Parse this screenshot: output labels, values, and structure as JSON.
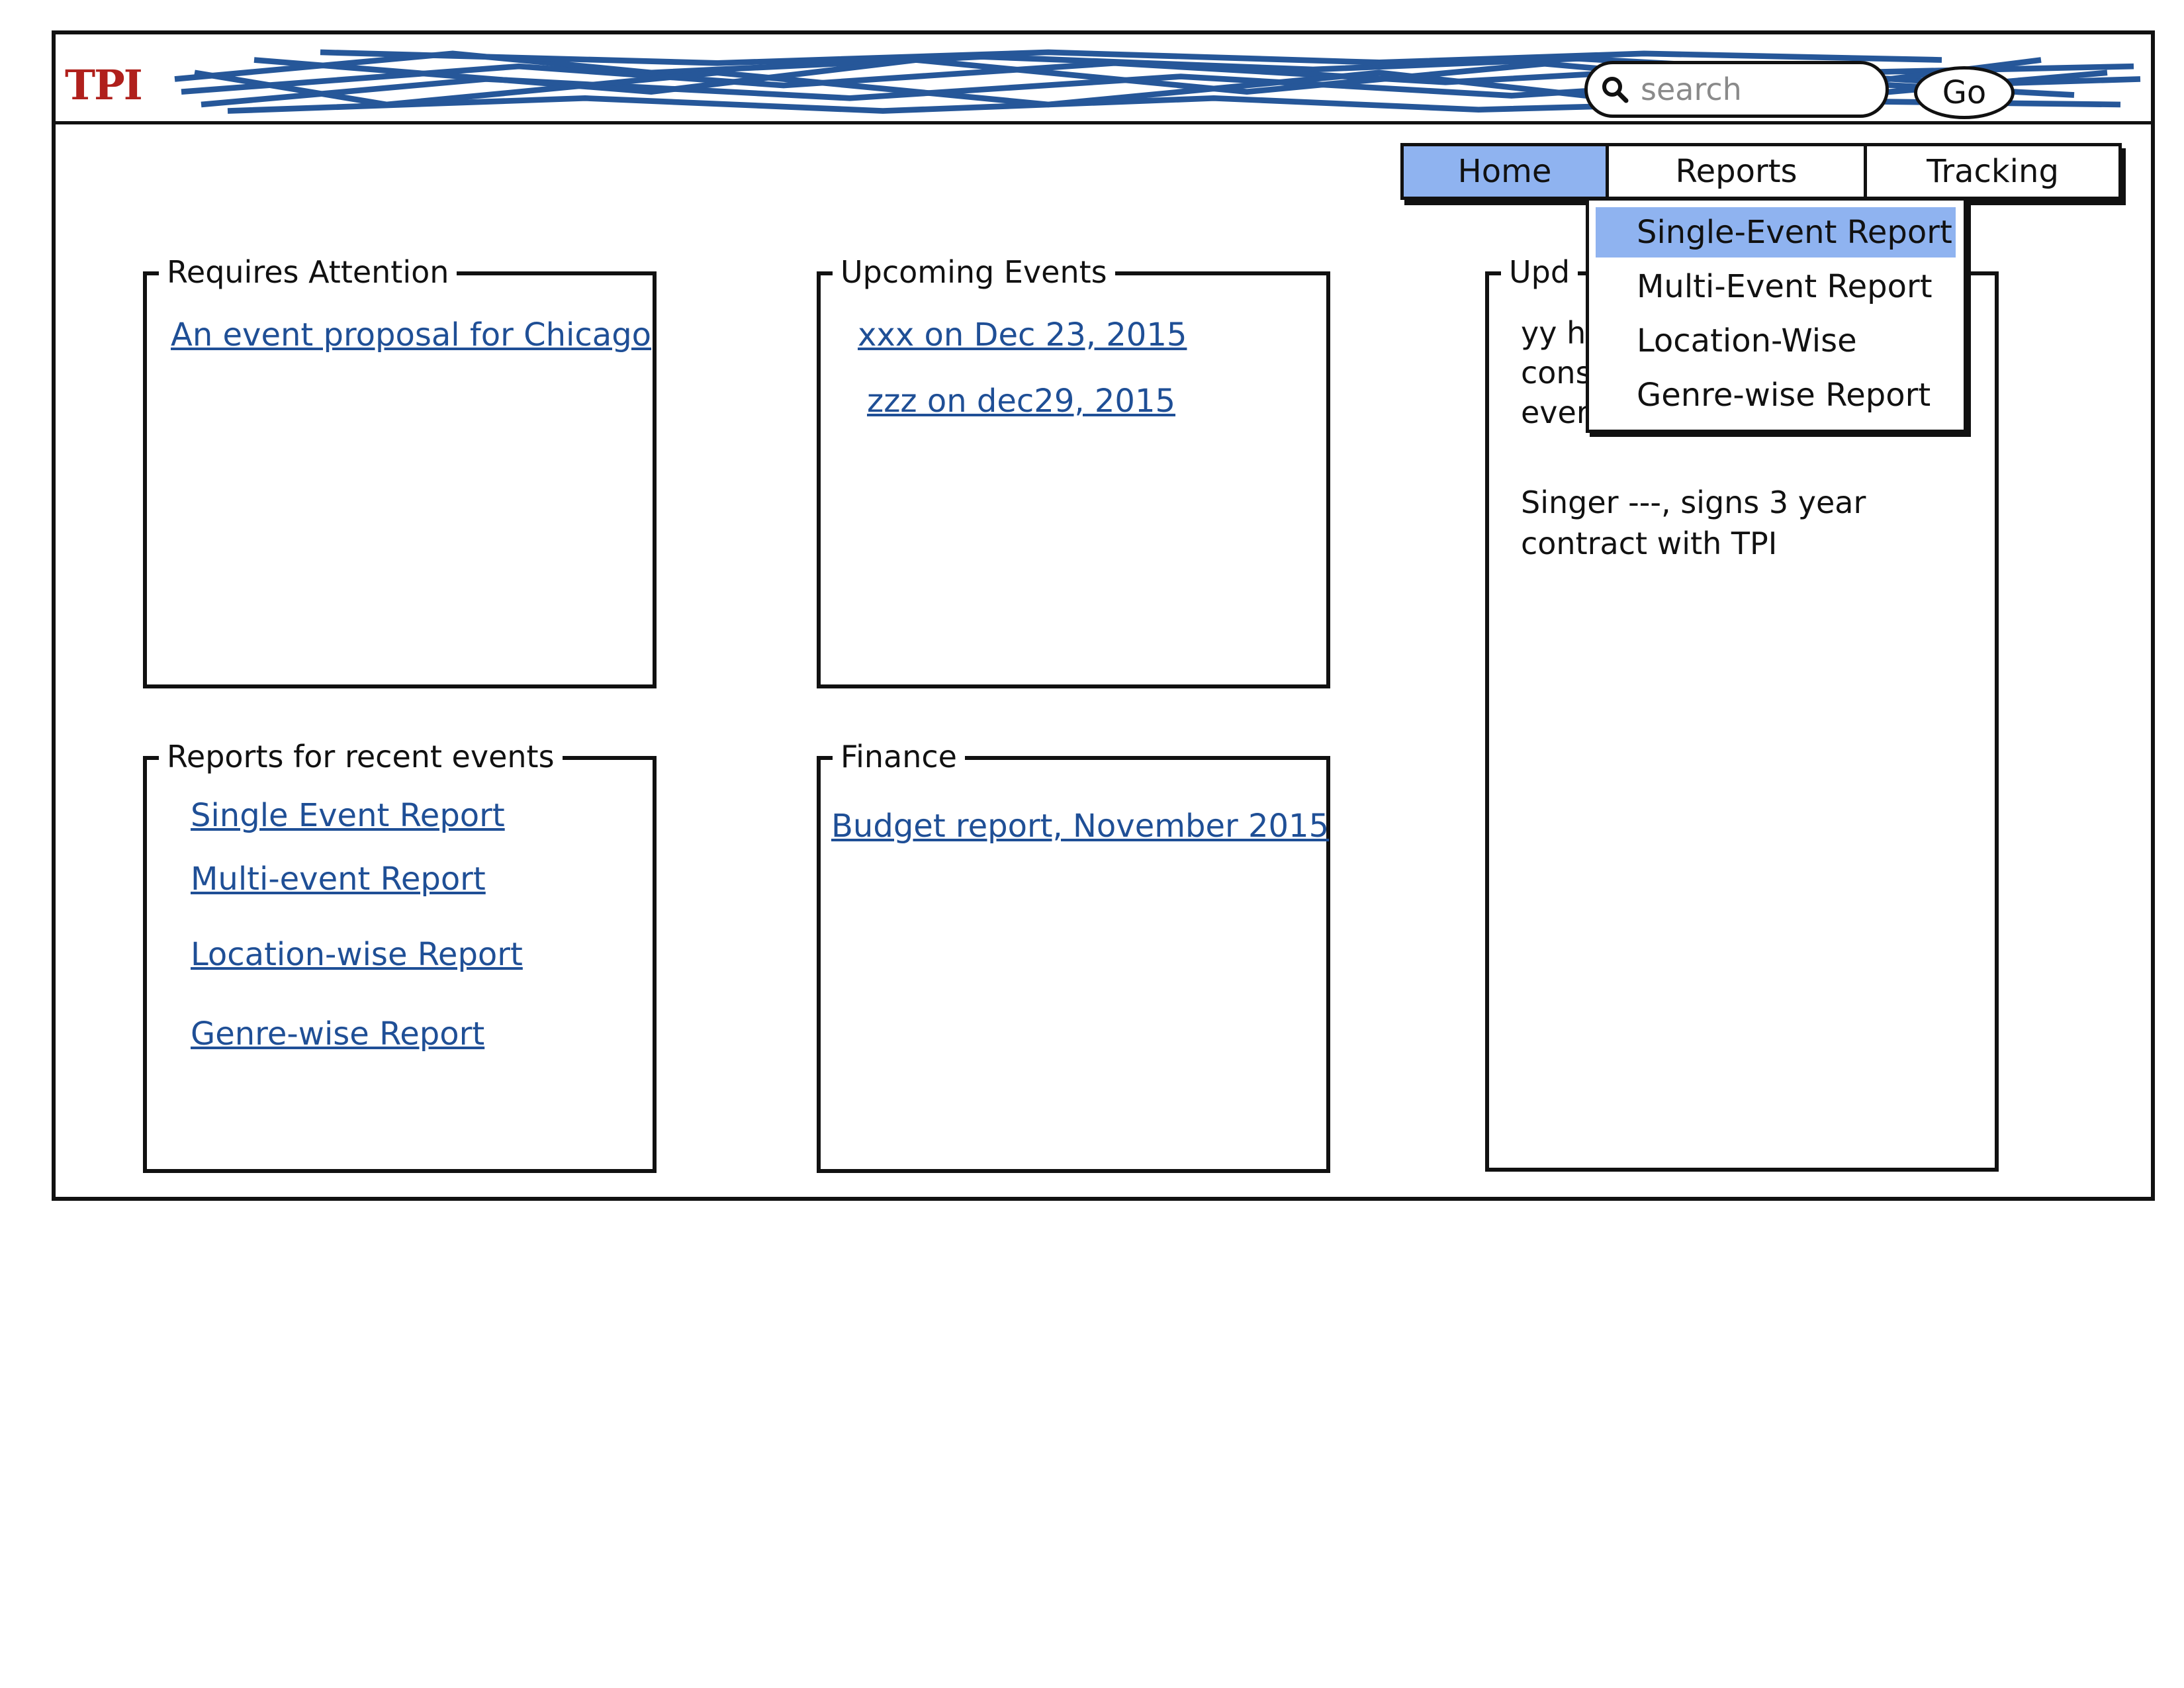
{
  "header": {
    "logo_text": "TPI",
    "search_placeholder": "search",
    "go_label": "Go"
  },
  "nav": {
    "tabs": [
      {
        "label": "Home",
        "active": true
      },
      {
        "label": "Reports",
        "active": false
      },
      {
        "label": "Tracking",
        "active": false
      }
    ]
  },
  "dropdown": {
    "items": [
      {
        "label": "Single-Event Report",
        "selected": true
      },
      {
        "label": "Multi-Event Report",
        "selected": false
      },
      {
        "label": "Location-Wise",
        "selected": false
      },
      {
        "label": "Genre-wise Report",
        "selected": false
      }
    ]
  },
  "panels": {
    "requires_attention": {
      "title": "Requires Attention",
      "links": [
        "An event proposal for Chicago"
      ]
    },
    "upcoming_events": {
      "title": "Upcoming Events",
      "links": [
        "xxx on Dec 23, 2015",
        "zzz on dec29, 2015"
      ]
    },
    "updates": {
      "title_visible": "Upd",
      "partial_lines": [
        "yy h",
        "cons",
        "ever"
      ],
      "news": "Singer ---, signs 3 year contract with TPI",
      "news_line1": "Singer ---, signs 3 year",
      "news_line2": "contract with TPI"
    },
    "reports_recent": {
      "title": "Reports for recent events",
      "links": [
        "Single Event Report",
        "Multi-event Report",
        "Location-wise Report",
        "Genre-wise Report"
      ]
    },
    "finance": {
      "title": "Finance",
      "links": [
        "Budget report, November 2015"
      ]
    }
  },
  "colors": {
    "link": "#1f4f96",
    "accent_fill": "#8fb3f0",
    "logo_red": "#b0201c",
    "scribble_blue": "#1b4f94"
  },
  "icons": {
    "search": "search-icon"
  }
}
